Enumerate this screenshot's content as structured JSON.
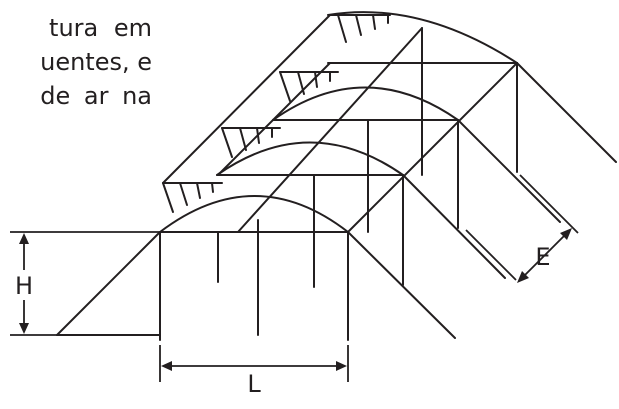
{
  "caption": {
    "line1": "tura  em",
    "line2": "uentes, e",
    "line3": "de  ar  na"
  },
  "diagram": {
    "labels": {
      "height": "H",
      "width": "L",
      "spacing": "E"
    }
  },
  "colors": {
    "ink": "#231f20",
    "background": "#ffffff"
  }
}
